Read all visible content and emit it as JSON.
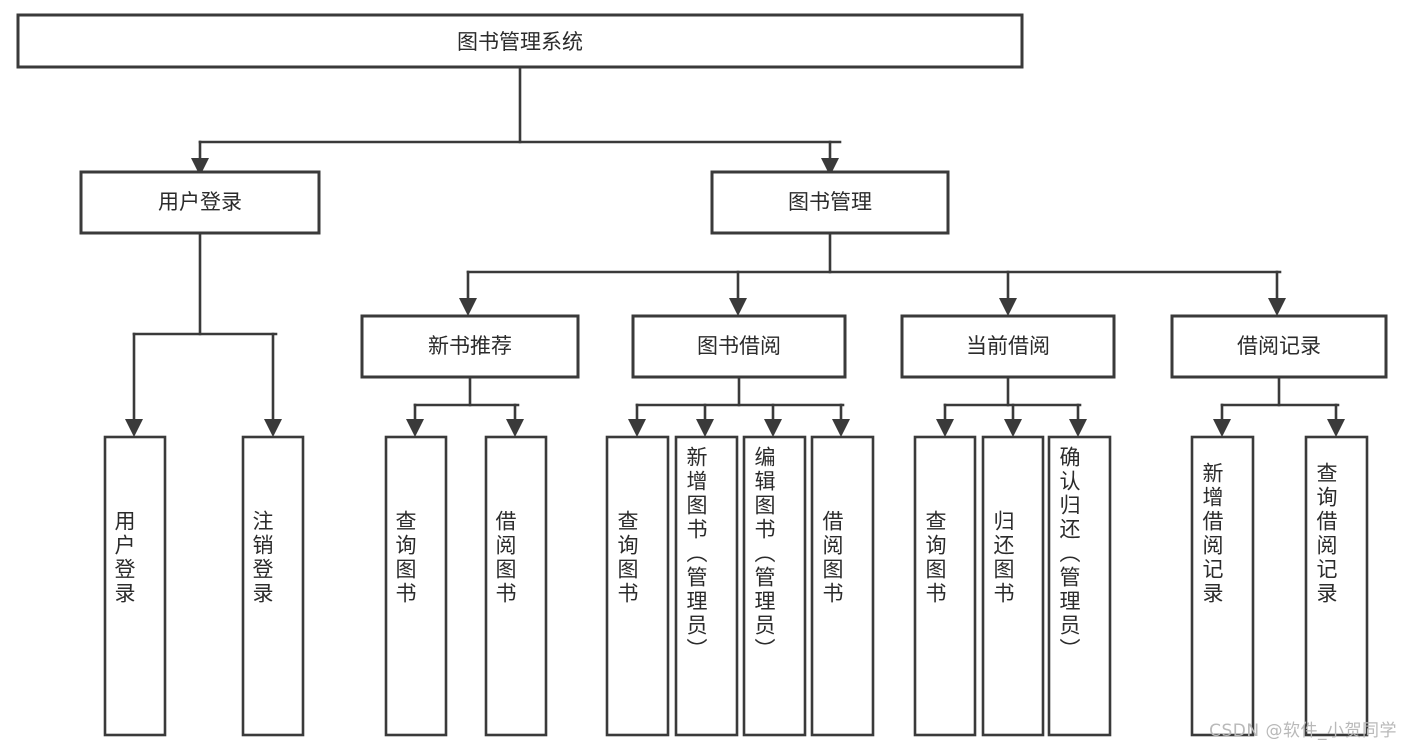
{
  "diagram": {
    "type": "tree-hierarchy",
    "title": "图书管理系统",
    "watermark": "CSDN @软件_小贺同学",
    "colors": {
      "background": "#ffffff",
      "stroke": "#3a3a3a",
      "text": "#2b2b2b",
      "watermark": "#b9b9b9"
    },
    "root": {
      "label": "图书管理系统"
    },
    "level1": [
      {
        "id": "user-login",
        "label": "用户登录"
      },
      {
        "id": "book-manage",
        "label": "图书管理"
      }
    ],
    "level2": [
      {
        "id": "new-book-recommend",
        "label": "新书推荐",
        "parent": "book-manage"
      },
      {
        "id": "book-borrow",
        "label": "图书借阅",
        "parent": "book-manage"
      },
      {
        "id": "current-borrow",
        "label": "当前借阅",
        "parent": "book-manage"
      },
      {
        "id": "borrow-record",
        "label": "借阅记录",
        "parent": "book-manage"
      }
    ],
    "leaves": {
      "user-login": [
        {
          "id": "leaf-user-login",
          "label": "用户登录"
        },
        {
          "id": "leaf-logout",
          "label": "注销登录"
        }
      ],
      "new-book-recommend": [
        {
          "id": "leaf-query-book-1",
          "label": "查询图书"
        },
        {
          "id": "leaf-borrow-book-1",
          "label": "借阅图书"
        }
      ],
      "book-borrow": [
        {
          "id": "leaf-query-book-2",
          "label": "查询图书"
        },
        {
          "id": "leaf-add-book",
          "label": "新增图书（管理员）"
        },
        {
          "id": "leaf-edit-book",
          "label": "编辑图书（管理员）"
        },
        {
          "id": "leaf-borrow-book-2",
          "label": "借阅图书"
        }
      ],
      "current-borrow": [
        {
          "id": "leaf-query-book-3",
          "label": "查询图书"
        },
        {
          "id": "leaf-return-book",
          "label": "归还图书"
        },
        {
          "id": "leaf-confirm-return",
          "label": "确认归还（管理员）"
        }
      ],
      "borrow-record": [
        {
          "id": "leaf-add-record",
          "label": "新增借阅记录"
        },
        {
          "id": "leaf-query-record",
          "label": "查询借阅记录"
        }
      ]
    }
  }
}
